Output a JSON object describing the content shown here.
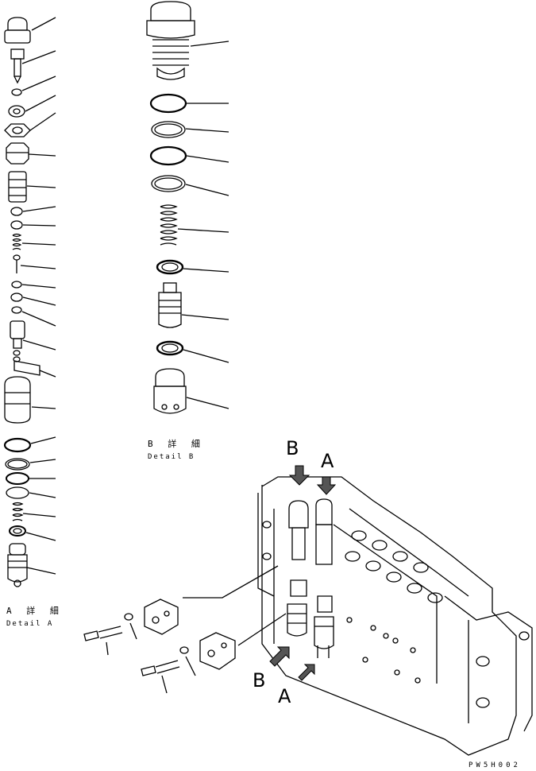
{
  "detail_a": {
    "jp": "A 詳 細",
    "en": "Detail A"
  },
  "detail_b": {
    "jp": "B 詳 細",
    "en": "Detail B"
  },
  "view_markers": {
    "b_top": "B",
    "a_top": "A",
    "b_bottom": "B",
    "a_bottom": "A"
  },
  "drawing_code": "PW5H002",
  "colors": {
    "line": "#000000",
    "background": "#ffffff"
  }
}
